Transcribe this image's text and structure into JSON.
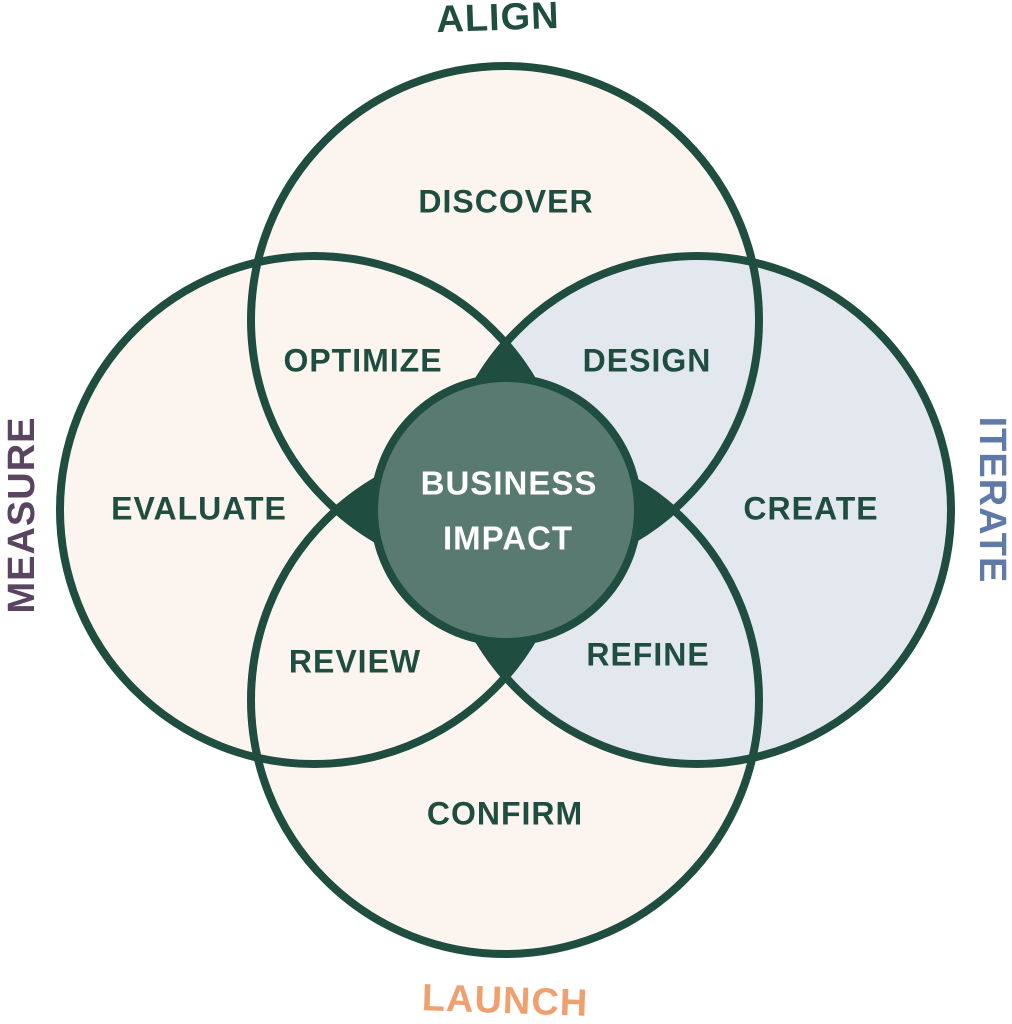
{
  "colors": {
    "stroke": "#1f4d40",
    "cream": "#fcf5ef",
    "blue_fill": "#e3e8ee",
    "center_fill": "#587a70",
    "align": "#1f4d40",
    "measure": "#5a4560",
    "iterate": "#5f7aa6",
    "launch": "#f0a06e"
  },
  "outer_labels": {
    "align": "ALIGN",
    "measure": "MEASURE",
    "iterate": "ITERATE",
    "launch": "LAUNCH"
  },
  "regions": {
    "discover": "DISCOVER",
    "optimize": "OPTIMIZE",
    "design": "DESIGN",
    "evaluate": "EVALUATE",
    "create": "CREATE",
    "review": "REVIEW",
    "refine": "REFINE",
    "confirm": "CONFIRM"
  },
  "center": {
    "line1": "BUSINESS",
    "line2": "IMPACT"
  }
}
